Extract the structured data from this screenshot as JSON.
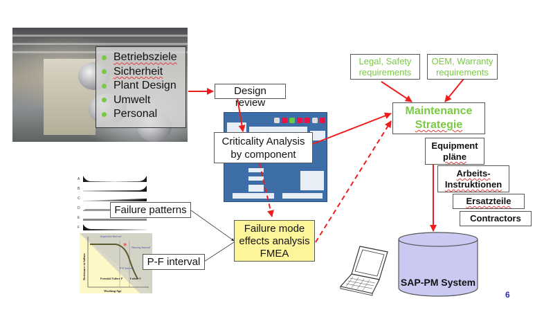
{
  "slide": {
    "page_number": "6",
    "colors": {
      "arrow": "#ee1c1c",
      "green_text": "#7ac943",
      "fmea_fill": "#fdf59a",
      "database_fill": "#c9c9f2",
      "page_number": "#2b2bb0"
    }
  },
  "photo_panel": {
    "image": "paper-machine-factory-photo",
    "bullets": [
      {
        "label": "Betriebsziele",
        "spell_flag": true
      },
      {
        "label": "Sicherheit",
        "spell_flag": true
      },
      {
        "label": "Plant Design",
        "spell_flag": false
      },
      {
        "label": "Umwelt",
        "spell_flag": false
      },
      {
        "label": "Personal",
        "spell_flag": false
      }
    ]
  },
  "boxes": {
    "design_review": "Design review",
    "criticality_line1": "Criticality Analysis",
    "criticality_line2": "by component",
    "failure_patterns": "Failure patterns",
    "pf_interval": "P-F interval",
    "fmea_line1": "Failure mode",
    "fmea_line2": "effects analysis",
    "fmea_line3": "FMEA",
    "legal_line1": "Legal, Safety",
    "legal_line2": "requirements",
    "oem_line1": "OEM, Warranty",
    "oem_line2": "requirements",
    "maintenance_line1": "Maintenance",
    "maintenance_line2": "Strategie",
    "equipment_line1": "Equipment",
    "equipment_line2": "pläne",
    "arbeits_line1": "Arbeits-",
    "arbeits_line2": "Instruktionen",
    "ersatzteile": "Ersatzteile",
    "contractors": "Contractors",
    "sap_pm": "SAP-PM System"
  },
  "failure_patterns_chart": {
    "row_labels": [
      "A",
      "B",
      "C",
      "D",
      "E",
      "F"
    ]
  },
  "pf_chart": {
    "y_axis": "Resistance to failure",
    "x_axis": "Working Age",
    "inspection_interval": "Inspection Interval",
    "warning_interval": "Warning Interval",
    "pf_interval": "P-F Interval",
    "potential_failure": "Potential Failure P",
    "failure": "Failure F"
  }
}
